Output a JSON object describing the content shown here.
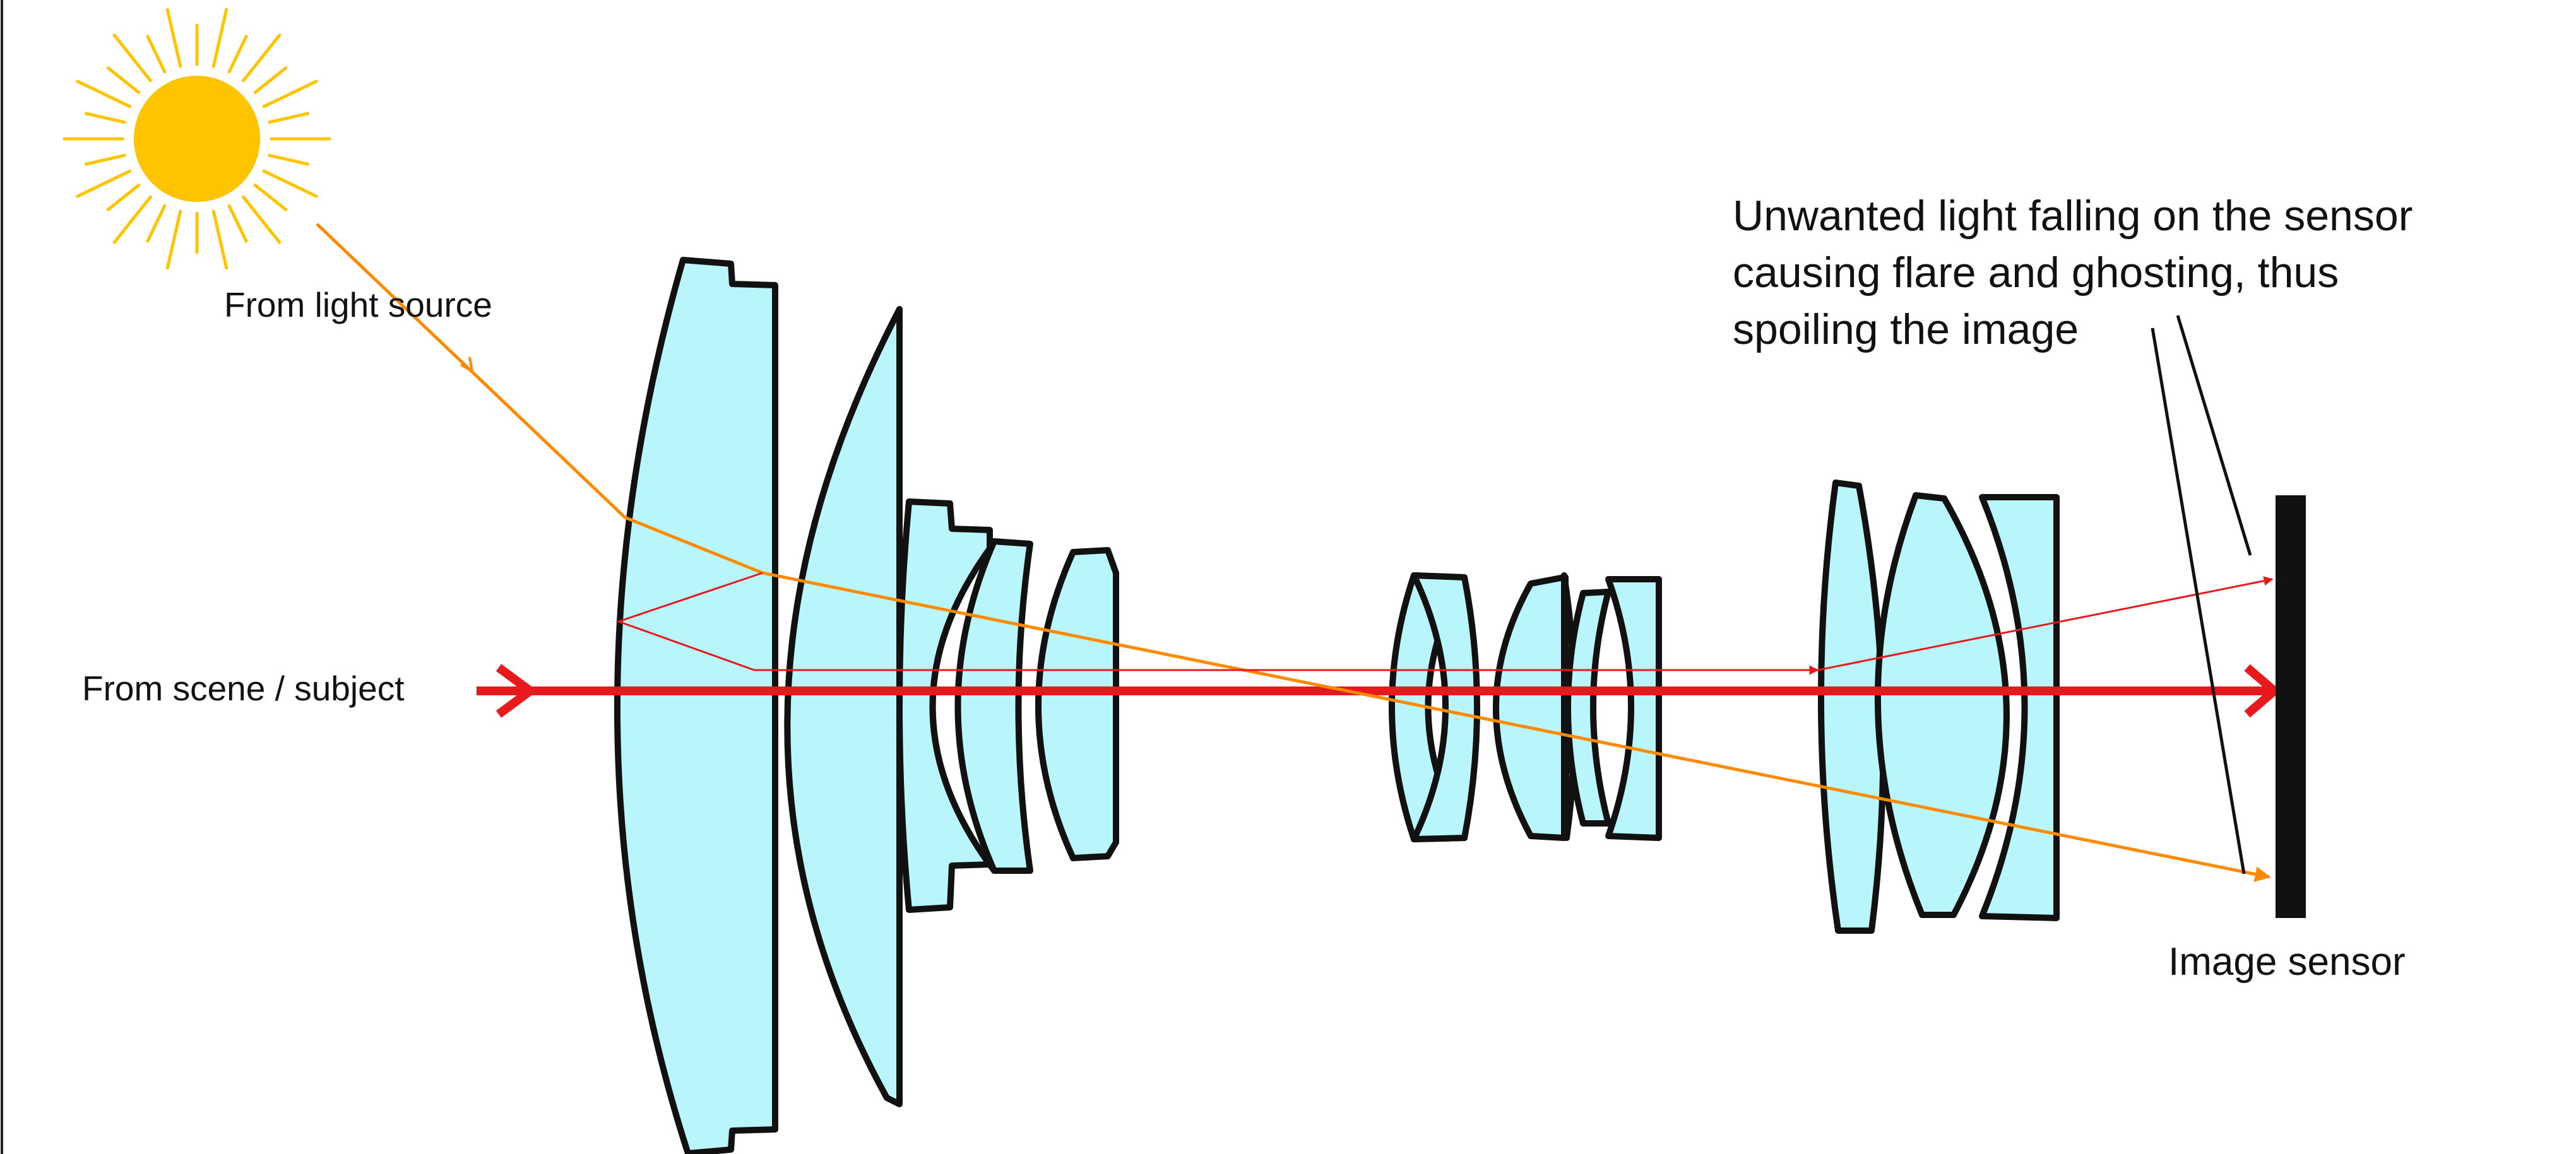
{
  "labels": {
    "light_source": "From light source",
    "scene": "From scene / subject",
    "unwanted_line1": "Unwanted light falling on the sensor",
    "unwanted_line2": "causing flare and ghosting, thus",
    "unwanted_line3": "spoiling the image",
    "sensor": "Image sensor"
  },
  "colors": {
    "lens_fill": "#b9f6fb",
    "sun": "#ffc400",
    "main_ray": "#e8191d",
    "stray_ray": "#ff8a00",
    "sensor": "#111111"
  },
  "icons": {
    "light_source": "sun-icon"
  }
}
